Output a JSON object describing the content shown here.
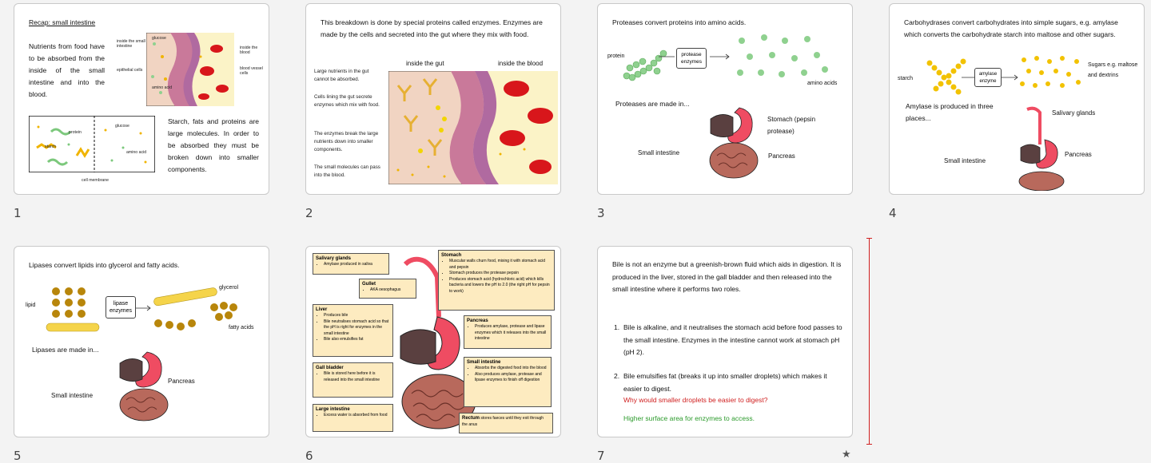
{
  "slides": [
    {
      "num": "1",
      "title": "Recap: small intestine",
      "text1": "Nutrients from food have to be absorbed from the inside of the small intestine and into the blood.",
      "labels": {
        "inside_si": "inside the small intestine",
        "epithelial": "epithelial cells",
        "glucose": "glucose",
        "amino": "amino acid",
        "inside_blood": "inside the blood",
        "vessel": "blood vessel cells"
      },
      "diag2": {
        "protein": "protein",
        "starch": "starch",
        "glucose": "glucose",
        "amino": "amino acid",
        "membrane": "cell membrane"
      },
      "text2": "Starch, fats and proteins are large molecules. In order to be absorbed they must be broken down into smaller components."
    },
    {
      "num": "2",
      "text": "This breakdown is done by special proteins called enzymes. Enzymes are made by the cells and secreted into the gut where they mix with food.",
      "inside_gut": "inside the gut",
      "inside_blood": "inside the blood",
      "items": [
        "Large nutrients in the gut cannot be absorbed.",
        "Cells lining the gut secrete enzymes which mix with food.",
        "The enzymes break the large nutrients down into smaller components.",
        "The small molecules can pass into the blood."
      ]
    },
    {
      "num": "3",
      "text": "Proteases convert proteins into amino acids.",
      "protein": "protein",
      "enzyme": "protease enzymes",
      "amino": "amino acids",
      "made_in": "Proteases are made in...",
      "stomach": "Stomach (pepsin protease)",
      "si": "Small intestine",
      "pancreas": "Pancreas"
    },
    {
      "num": "4",
      "text": "Carbohydrases convert carbohydrates into simple sugars, e.g. amylase which converts the carbohydrate starch into maltose and other sugars.",
      "starch": "starch",
      "enzyme": "amylase enzyme",
      "sugars": "Sugars e.g. maltose and dextrins",
      "produced": "Amylase is produced in three places...",
      "salivary": "Salivary glands",
      "pancreas": "Pancreas",
      "si": "Small intestine"
    },
    {
      "num": "5",
      "text": "Lipases convert lipids into glycerol and fatty acids.",
      "lipid": "lipid",
      "enzyme": "lipase enzymes",
      "glycerol": "glycerol",
      "fatty": "fatty acids",
      "made_in": "Lipases are made in...",
      "pancreas": "Pancreas",
      "si": "Small intestine"
    },
    {
      "num": "6",
      "salivary": {
        "h": "Salivary glands",
        "items": [
          "Amylase produced in saliva"
        ]
      },
      "gullet": {
        "h": "Gullet",
        "items": [
          "AKA oesophagus"
        ]
      },
      "liver": {
        "h": "Liver",
        "items": [
          "Produces bile",
          "Bile neutralises stomach acid so that the pH is right for enzymes in the small intestine",
          "Bile also emulsifies fat"
        ]
      },
      "gall": {
        "h": "Gall bladder",
        "items": [
          "Bile is stored here before it is released into the small intestine"
        ]
      },
      "large": {
        "h": "Large intestine",
        "items": [
          "Excess water is absorbed from food"
        ]
      },
      "stomach": {
        "h": "Stomach",
        "items": [
          "Muscular walls churn food, mixing it with stomach acid and pepsin",
          "Stomach produces the protease pepsin",
          "Produces stomach acid (hydrochloric acid) which kills bacteria and lowers the pH to 2.0 (the right pH for pepsin to work)"
        ]
      },
      "pancreas": {
        "h": "Pancreas",
        "items": [
          "Produces amylase, protease and lipase enzymes which it releases into the small intestine"
        ]
      },
      "small": {
        "h": "Small intestine",
        "items": [
          "Absorbs the digested food into the blood",
          "Also produces amylase, protease and lipase enzymes to finish off digestion"
        ]
      },
      "rectum": {
        "h": "Rectum",
        "t": "stores faeces until they exit through the anus"
      }
    },
    {
      "num": "7",
      "p1": "Bile is not an enzyme but a greenish-brown fluid which aids in digestion. It is produced in the liver, stored in the gall bladder and then released into the small intestine where it performs two roles.",
      "i1": "Bile is alkaline, and it neutralises the stomach acid before food passes to the small intestine. Enzymes in the intestine cannot work at stomach pH (pH 2).",
      "i2": "Bile emulsifies fat (breaks it up into smaller droplets) which makes it easier to digest.",
      "q": "Why would smaller droplets be easier to digest?",
      "a": "Higher surface area for enzymes to access."
    }
  ],
  "colors": {
    "accent": "#d02020",
    "answer": "#2a9a2a",
    "cell": "#c9799a",
    "box": "#fdebc0"
  }
}
